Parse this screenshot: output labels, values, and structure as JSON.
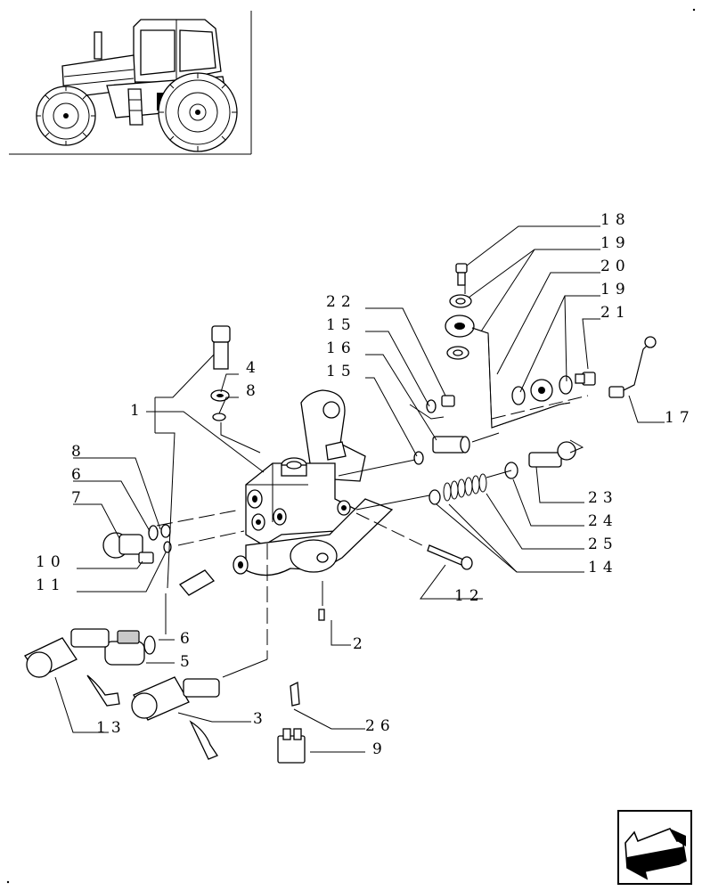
{
  "diagram": {
    "callouts": [
      {
        "id": "c18",
        "text": "18"
      },
      {
        "id": "c19a",
        "text": "19"
      },
      {
        "id": "c20",
        "text": "20"
      },
      {
        "id": "c19b",
        "text": "19"
      },
      {
        "id": "c21",
        "text": "21"
      },
      {
        "id": "c22",
        "text": "22"
      },
      {
        "id": "c15a",
        "text": "15"
      },
      {
        "id": "c16",
        "text": "16"
      },
      {
        "id": "c15b",
        "text": "15"
      },
      {
        "id": "c4",
        "text": "4"
      },
      {
        "id": "c8a",
        "text": "8"
      },
      {
        "id": "c1",
        "text": "1"
      },
      {
        "id": "c17",
        "text": "17"
      },
      {
        "id": "c8b",
        "text": "8"
      },
      {
        "id": "c6a",
        "text": "6"
      },
      {
        "id": "c7",
        "text": "7"
      },
      {
        "id": "c23",
        "text": "23"
      },
      {
        "id": "c24",
        "text": "24"
      },
      {
        "id": "c25",
        "text": "25"
      },
      {
        "id": "c14",
        "text": "14"
      },
      {
        "id": "c10",
        "text": "10"
      },
      {
        "id": "c11",
        "text": "11"
      },
      {
        "id": "c12",
        "text": "12"
      },
      {
        "id": "c6b",
        "text": "6"
      },
      {
        "id": "c5",
        "text": "5"
      },
      {
        "id": "c2",
        "text": "2"
      },
      {
        "id": "c13",
        "text": "13"
      },
      {
        "id": "c3",
        "text": "3"
      },
      {
        "id": "c26",
        "text": "26"
      },
      {
        "id": "c9",
        "text": "9"
      }
    ]
  }
}
